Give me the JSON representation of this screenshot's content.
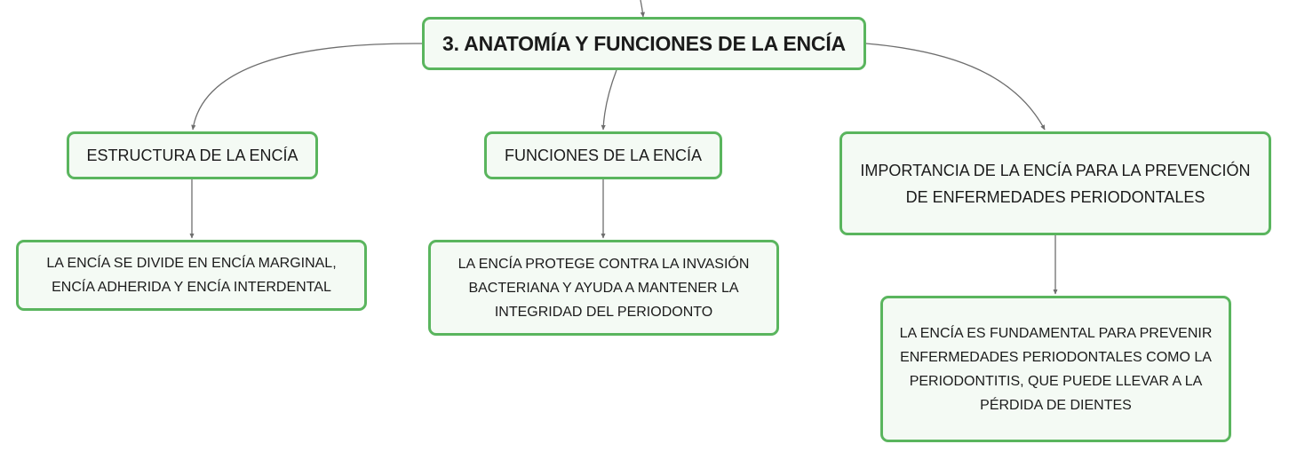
{
  "diagram": {
    "root": {
      "label": "3. ANATOMÍA Y FUNCIONES DE LA ENCÍA"
    },
    "branches": [
      {
        "label": "ESTRUCTURA DE LA ENCÍA",
        "child": {
          "label": "LA ENCÍA SE DIVIDE EN ENCÍA MARGINAL, ENCÍA ADHERIDA Y ENCÍA INTERDENTAL"
        }
      },
      {
        "label": "FUNCIONES DE LA ENCÍA",
        "child": {
          "label": "LA ENCÍA PROTEGE CONTRA LA INVASIÓN BACTERIANA Y AYUDA A MANTENER LA INTEGRIDAD DEL PERIODONTO"
        }
      },
      {
        "label": "IMPORTANCIA DE LA ENCÍA PARA LA PREVENCIÓN DE ENFERMEDADES PERIODONTALES",
        "child": {
          "label": "LA ENCÍA ES FUNDAMENTAL PARA PREVENIR ENFERMEDADES PERIODONTALES COMO LA PERIODONTITIS, QUE PUEDE LLEVAR A LA PÉRDIDA DE DIENTES"
        }
      }
    ]
  },
  "colors": {
    "node_border": "#5ab55e",
    "node_fill": "#f4faf4",
    "connector": "#6e6e6e",
    "text": "#1b1b1b"
  }
}
